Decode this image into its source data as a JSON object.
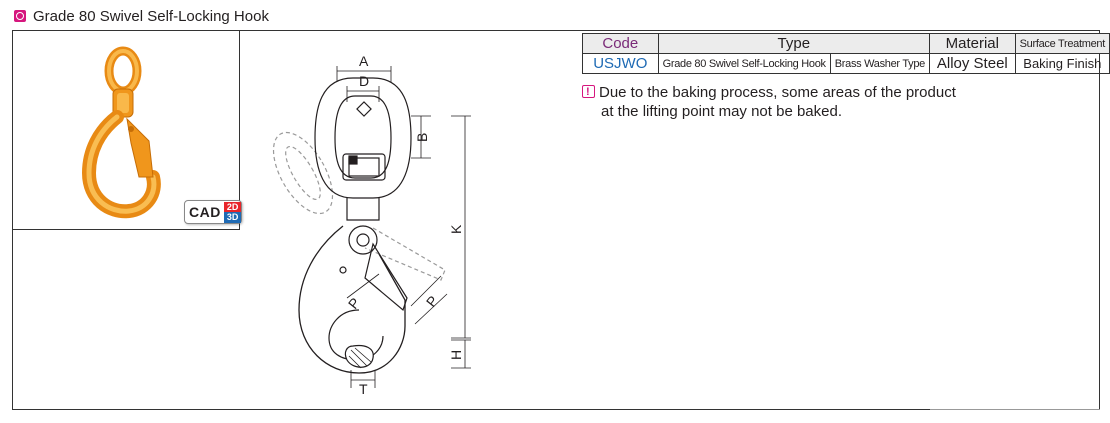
{
  "section": {
    "title": "Grade 80 Swivel Self-Locking Hook"
  },
  "cad": {
    "label": "CAD",
    "d2": "2D",
    "d3": "3D"
  },
  "drawing": {
    "dims": {
      "A": "A",
      "D": "D",
      "B": "B",
      "K": "K",
      "P": "P",
      "H": "H",
      "T": "T"
    }
  },
  "table": {
    "headers": {
      "code": "Code",
      "type": "Type",
      "material": "Material",
      "surface": "Surface Treatment"
    },
    "row": {
      "code": "USJWO",
      "type1": "Grade 80 Swivel Self-Locking Hook",
      "type2": "Brass Washer Type",
      "material": "Alloy Steel",
      "surface": "Baking Finish"
    }
  },
  "note": {
    "line1": "Due to the baking process, some areas of the product",
    "line2": "at the lifting point may not be baked."
  },
  "colors": {
    "accent": "#d6167e",
    "code_blue": "#1e6ab4",
    "code_header": "#7a2a78",
    "hook_orange": "#f4a12a"
  }
}
